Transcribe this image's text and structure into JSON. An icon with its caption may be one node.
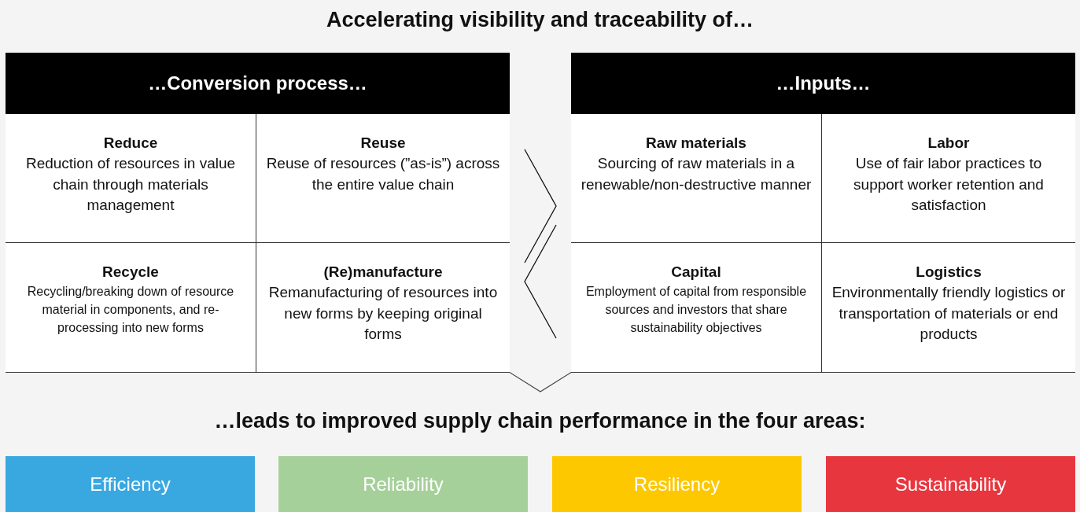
{
  "diagram": {
    "title": "Accelerating visibility and traceability of…",
    "nodes": [
      {
        "text": [
          "…Conversion process…"
        ]
      },
      {
        "text": [
          "Reduce",
          "Reduction of resources in value chain through materials management"
        ],
        "in": 0
      },
      {
        "text": [
          "Reuse",
          "Reuse of resources (”as-is”) across the entire value chain"
        ],
        "in": 0
      },
      {
        "text": [
          "Recycle",
          "Recycling/breaking down of resource material in components, and re-processing into new forms"
        ],
        "in": 0
      },
      {
        "text": [
          "(Re)manufacture",
          "Remanufacturing of resources into new forms by keeping original forms"
        ],
        "in": 0
      },
      {
        "text": [
          "…Inputs…"
        ]
      },
      {
        "text": [
          "Raw materials",
          "Sourcing of raw materials in a renewable/non-destructive manner"
        ],
        "in": 5
      },
      {
        "text": [
          "Labor",
          "Use of fair labor practices to support worker retention and satisfaction"
        ],
        "in": 5
      },
      {
        "text": [
          "Capital",
          "Employment of capital from responsible sources and investors that share sustainability objectives"
        ],
        "in": 5
      },
      {
        "text": [
          "Logistics",
          "Environmentally friendly logistics or transportation of materials or end products"
        ],
        "in": 5
      },
      {
        "text": [
          "Efficiency"
        ]
      },
      {
        "text": [
          "Reliability"
        ]
      },
      {
        "text": [
          "Resiliency"
        ]
      },
      {
        "text": [
          "Sustainability"
        ]
      }
    ],
    "labels": [
      "…leads to improved supply chain performance in the four areas:"
    ]
  }
}
